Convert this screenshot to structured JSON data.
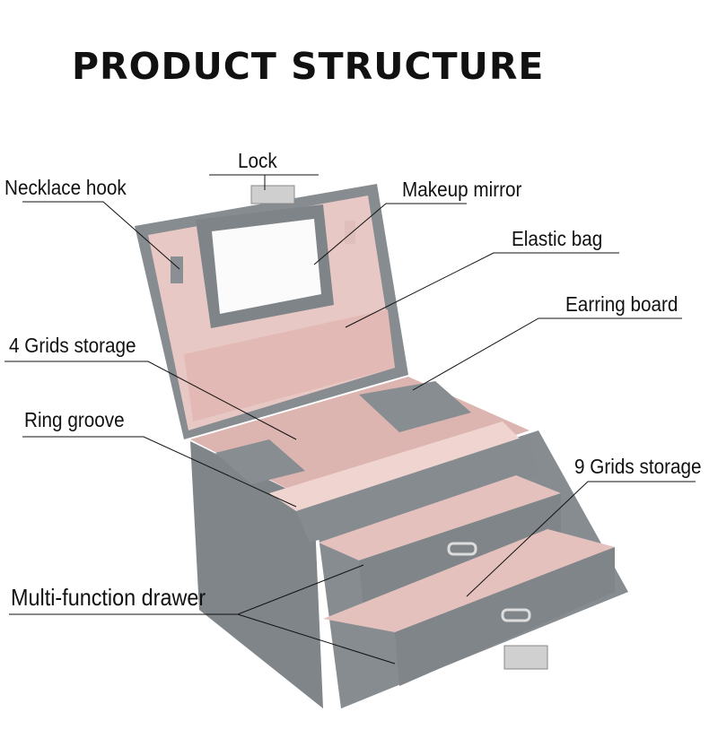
{
  "title": "PRODUCT STRUCTURE",
  "labels": {
    "lock": "Lock",
    "necklace_hook": "Necklace hook",
    "makeup_mirror": "Makeup mirror",
    "elastic_bag": "Elastic bag",
    "earring_board": "Earring board",
    "four_grids": "4 Grids storage",
    "ring_groove": "Ring groove",
    "nine_grids": "9 Grids storage",
    "drawer": "Multi-function drawer"
  },
  "colors": {
    "shell": "#868b90",
    "lining": "#e9c9c6",
    "text": "#111111"
  }
}
